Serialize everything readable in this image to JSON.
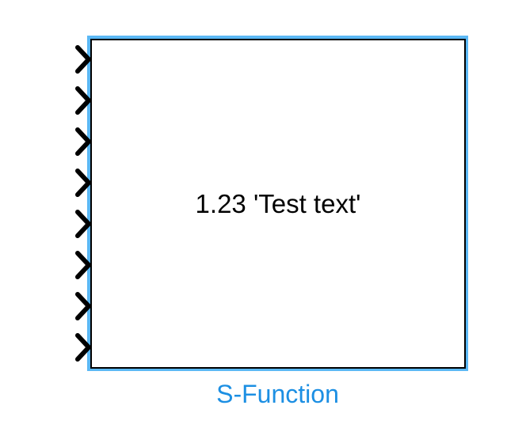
{
  "block": {
    "type": "S-Function",
    "display_text": "1.23 'Test text'",
    "label": "S-Function",
    "selected": true,
    "input_port_count": 8,
    "input_port_y": [
      75,
      127,
      179,
      231,
      283,
      335,
      387,
      439
    ]
  },
  "colors": {
    "selection_outline": "#5bb8f5",
    "block_border": "#000000",
    "label_text": "#1c8fe3",
    "port_chevron": "#000000",
    "background": "#ffffff"
  }
}
